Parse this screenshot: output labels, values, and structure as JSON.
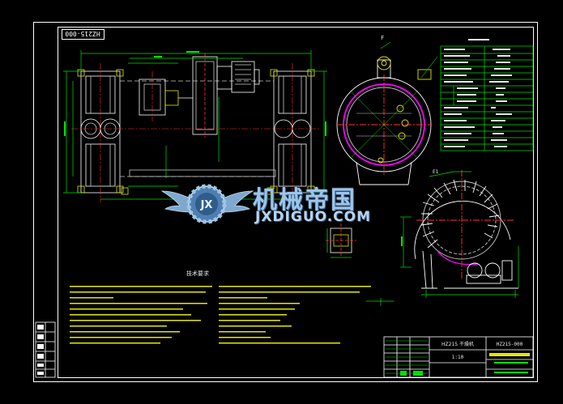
{
  "drawing_code_rotated": "HZ215-000",
  "section_labels": {
    "top_right_view": "F",
    "lower_right_view": "E1"
  },
  "tech_requirements_title": "技术要求",
  "param_table": {
    "rows": [
      [
        "",
        ""
      ],
      [
        "",
        ""
      ],
      [
        "",
        ""
      ],
      [
        "",
        ""
      ],
      [
        "",
        ""
      ],
      [
        "",
        ""
      ],
      [
        "",
        ""
      ],
      [
        "",
        ""
      ],
      [
        "",
        ""
      ],
      [
        "",
        ""
      ],
      [
        "",
        ""
      ],
      [
        "",
        ""
      ],
      [
        "",
        ""
      ],
      [
        "",
        ""
      ],
      [
        "",
        ""
      ]
    ]
  },
  "title_block": {
    "name": "HZ215 干燥机",
    "code": "HZ215-000",
    "scale": "1:10"
  },
  "watermark": {
    "cn": "机械帝国",
    "en": "JXDIGUO.COM",
    "logo_letters": "JX"
  },
  "colors": {
    "background": "#000000",
    "outline": "#ffffff",
    "part_lines": "#c8c8c8",
    "dimension": "#00e000",
    "accent": "#ff00ff",
    "center_line": "#ff3030",
    "yellow": "#e6e600",
    "cyan": "#00d0d0",
    "watermark": "#9ec4e6"
  }
}
